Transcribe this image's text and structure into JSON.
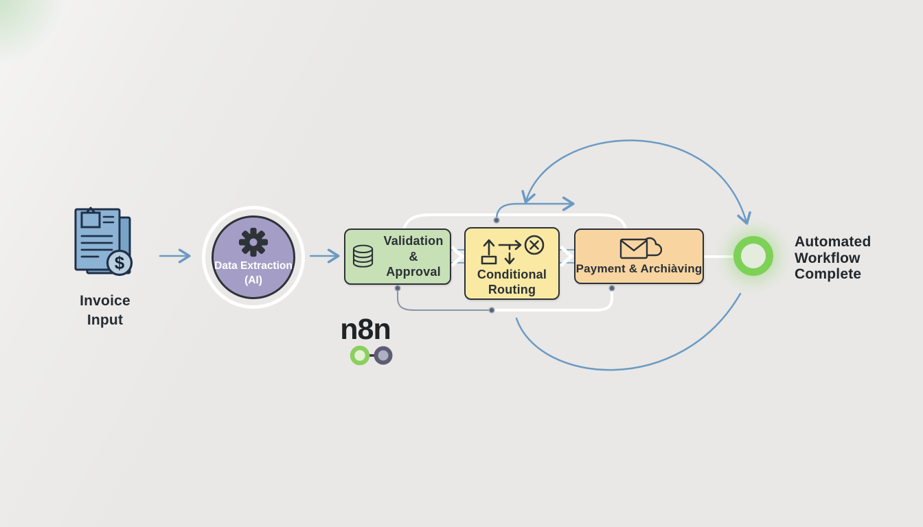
{
  "palette": {
    "background": "#e9e8e6",
    "arrow_blue": "#6b9ac4",
    "extraction_purple": "#a49ec6",
    "validation_green": "#c8e0b6",
    "conditional_yellow": "#f9e9a2",
    "payment_orange": "#f8d5a0",
    "complete_green": "#7ed157",
    "outline_dark": "#2b3137",
    "connector_white": "#ffffff",
    "connector_slate": "#8795a6",
    "invoice_blue": "#8db3d4",
    "logo_green": "#8ccf5f",
    "logo_slate": "#5c5c75"
  },
  "nodes": {
    "invoice": {
      "label": "Invoice\nInput"
    },
    "extraction": {
      "label": "Data Extraction\n(AI)"
    },
    "validation": {
      "label": "Validation\n& Approval"
    },
    "conditional": {
      "label": "Conditional\nRouting"
    },
    "payment": {
      "label": "Payment & Archiàving"
    },
    "complete": {
      "label": "Automated\nWorkflow\nComplete"
    }
  },
  "icons": {
    "dollar_sign": "$"
  },
  "logo": {
    "text": "n8n"
  }
}
